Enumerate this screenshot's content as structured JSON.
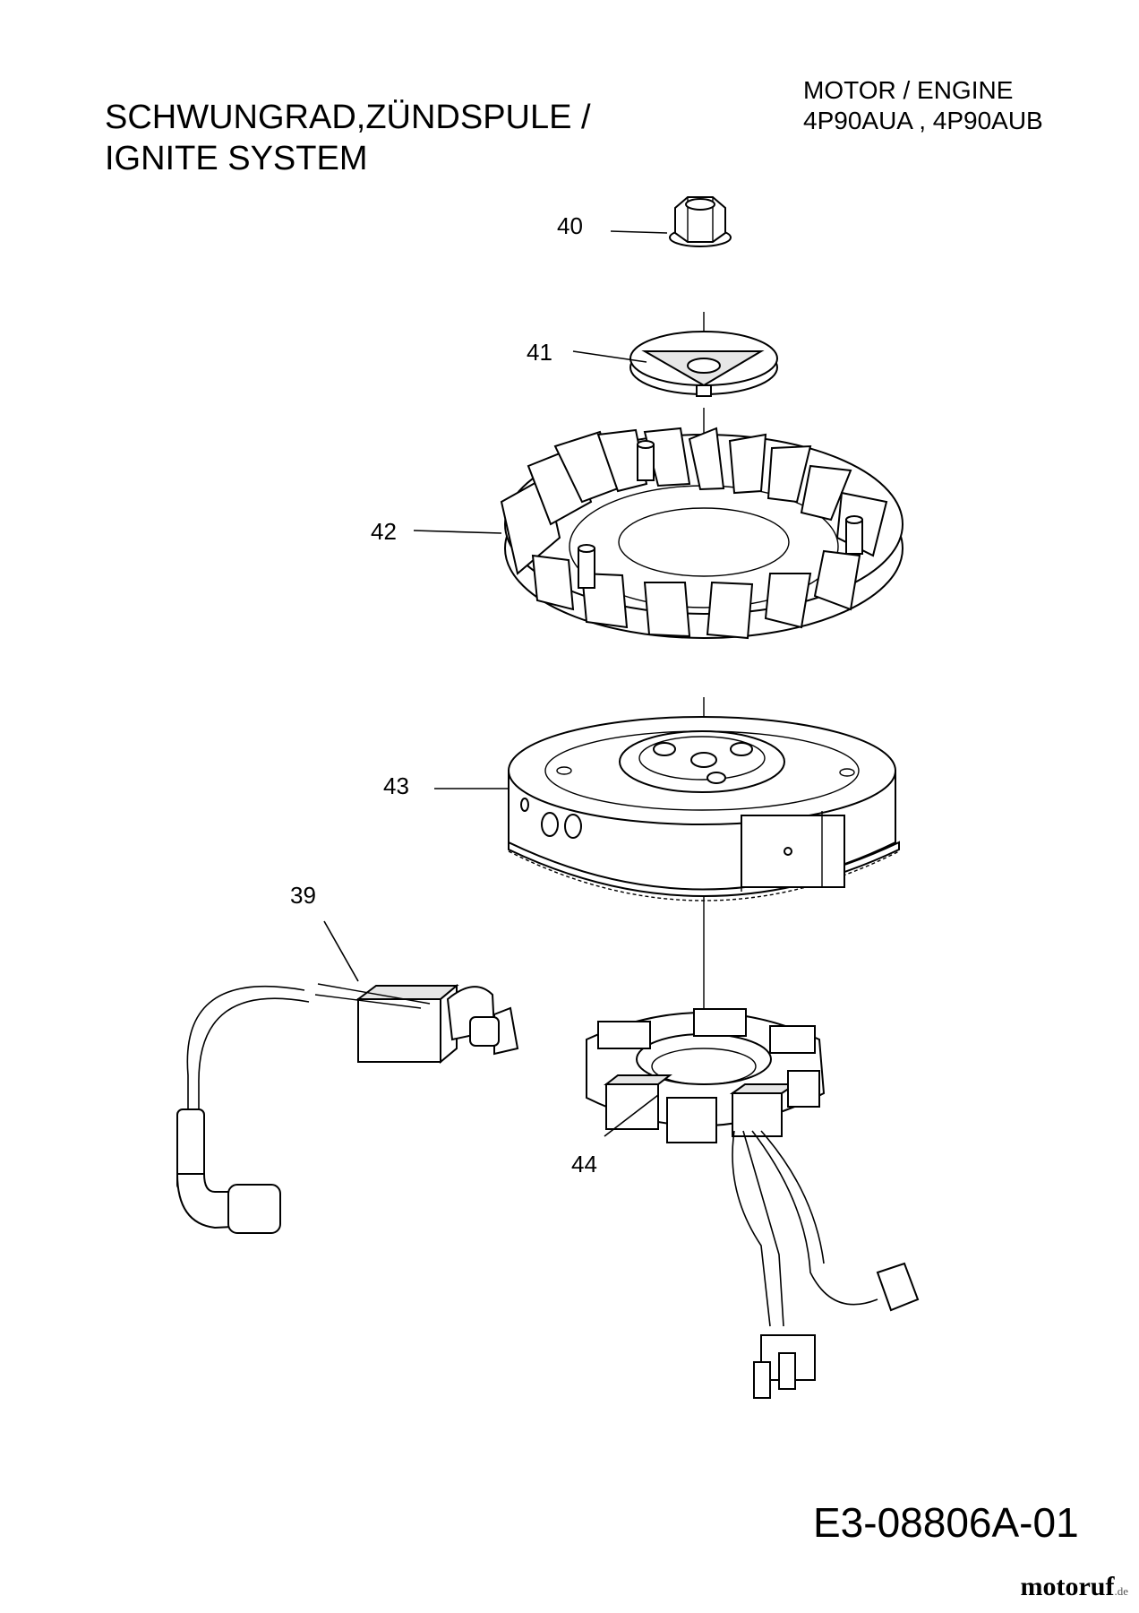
{
  "title": {
    "line1": "SCHWUNGRAD,ZÜNDSPULE /",
    "line2": "IGNITE SYSTEM"
  },
  "engine": {
    "line1": "MOTOR / ENGINE",
    "line2": "4P90AUA ,  4P90AUB"
  },
  "drawing_code": "E3-08806A-01",
  "watermark": {
    "text": "motoruf",
    "suffix": ".de",
    "accent": "#cc2a1e"
  },
  "parts": [
    {
      "number": "40",
      "name": "flange-nut"
    },
    {
      "number": "41",
      "name": "starter-cup"
    },
    {
      "number": "42",
      "name": "fan"
    },
    {
      "number": "43",
      "name": "flywheel"
    },
    {
      "number": "39",
      "name": "ignition-coil"
    },
    {
      "number": "44",
      "name": "stator"
    }
  ]
}
